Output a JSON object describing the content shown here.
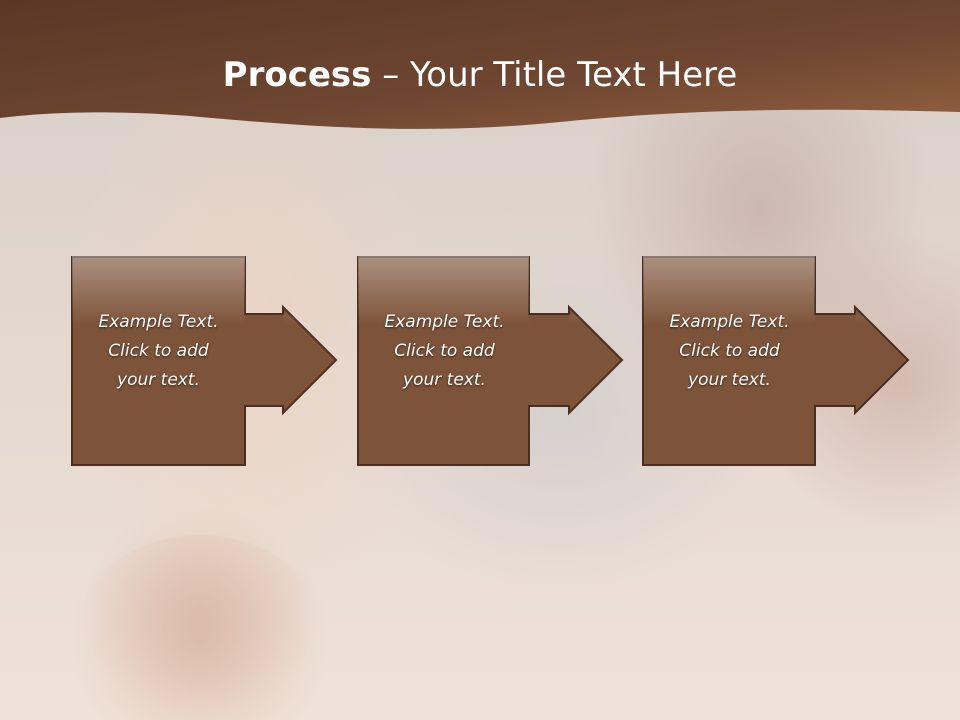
{
  "slide": {
    "title_strong": "Process",
    "title_separator": " – ",
    "title_rest": "Your Title Text Here"
  },
  "colors": {
    "banner": "#6a4330",
    "banner_light": "#8e5d3c",
    "box_fill": "#7d5339",
    "box_border": "#4a2f20"
  },
  "steps": [
    {
      "text": "Example Text.\nClick  to add\nyour text."
    },
    {
      "text": "Example Text.\nClick  to add\nyour text."
    },
    {
      "text": "Example Text.\nClick  to add\nyour text."
    }
  ]
}
